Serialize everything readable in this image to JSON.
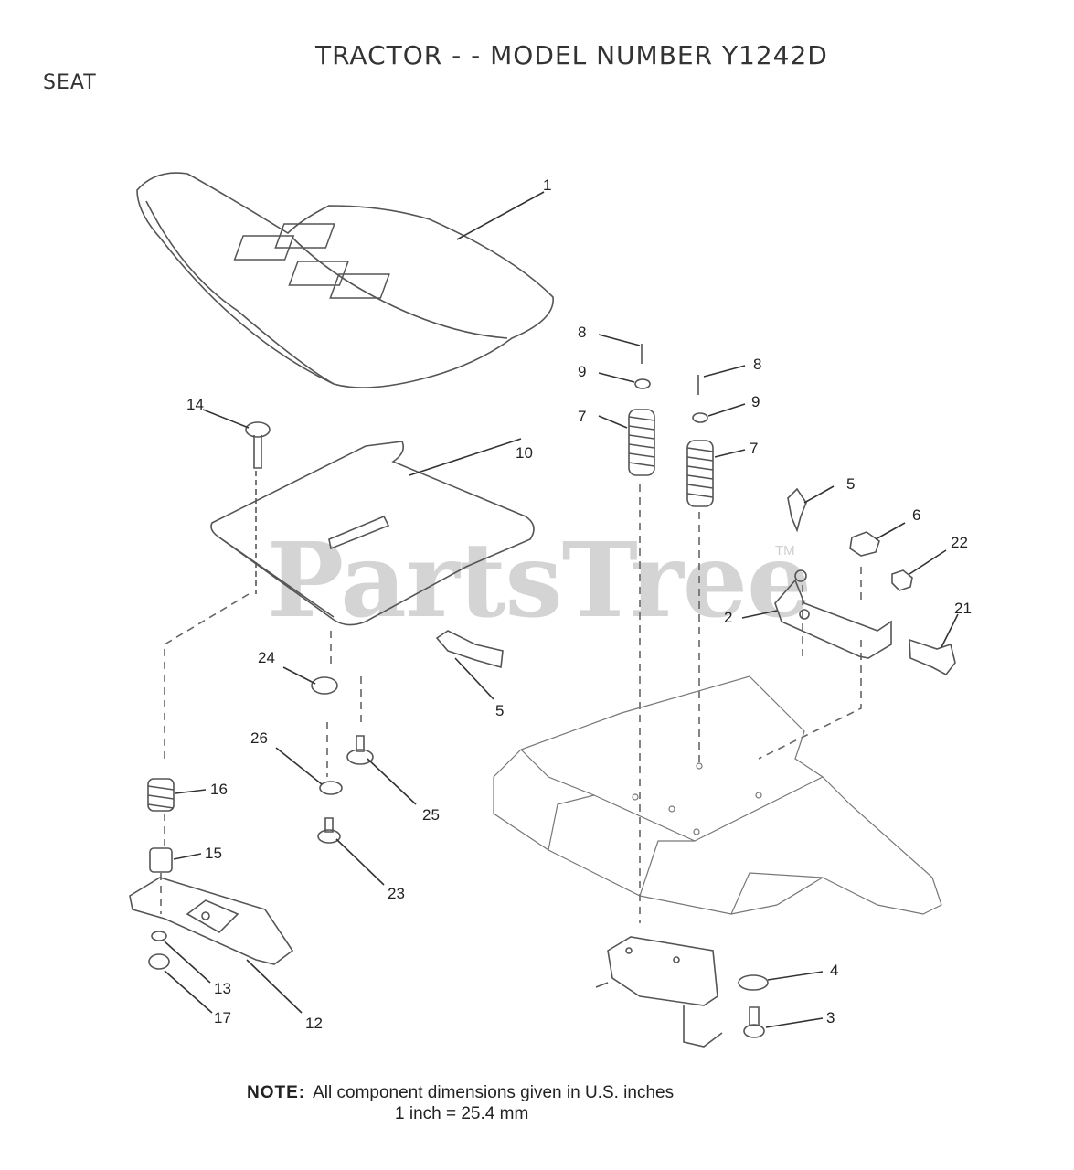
{
  "header": {
    "title": "TRACTOR - - MODEL NUMBER Y1242D",
    "section": "SEAT"
  },
  "watermark": {
    "text": "PartsTree",
    "tm": "TM"
  },
  "callouts": {
    "c1": "1",
    "c14": "14",
    "c10": "10",
    "c8a": "8",
    "c9a": "9",
    "c7a": "7",
    "c8b": "8",
    "c9b": "9",
    "c7b": "7",
    "c5a": "5",
    "c6": "6",
    "c22": "22",
    "c2": "2",
    "c21": "21",
    "c24": "24",
    "c5b": "5",
    "c26": "26",
    "c25": "25",
    "c16": "16",
    "c15": "15",
    "c23": "23",
    "c13": "13",
    "c17": "17",
    "c12": "12",
    "c4": "4",
    "c3": "3"
  },
  "note": {
    "label": "NOTE:",
    "line1": "All component dimensions given in U.S. inches",
    "line2": "1 inch = 25.4 mm"
  }
}
